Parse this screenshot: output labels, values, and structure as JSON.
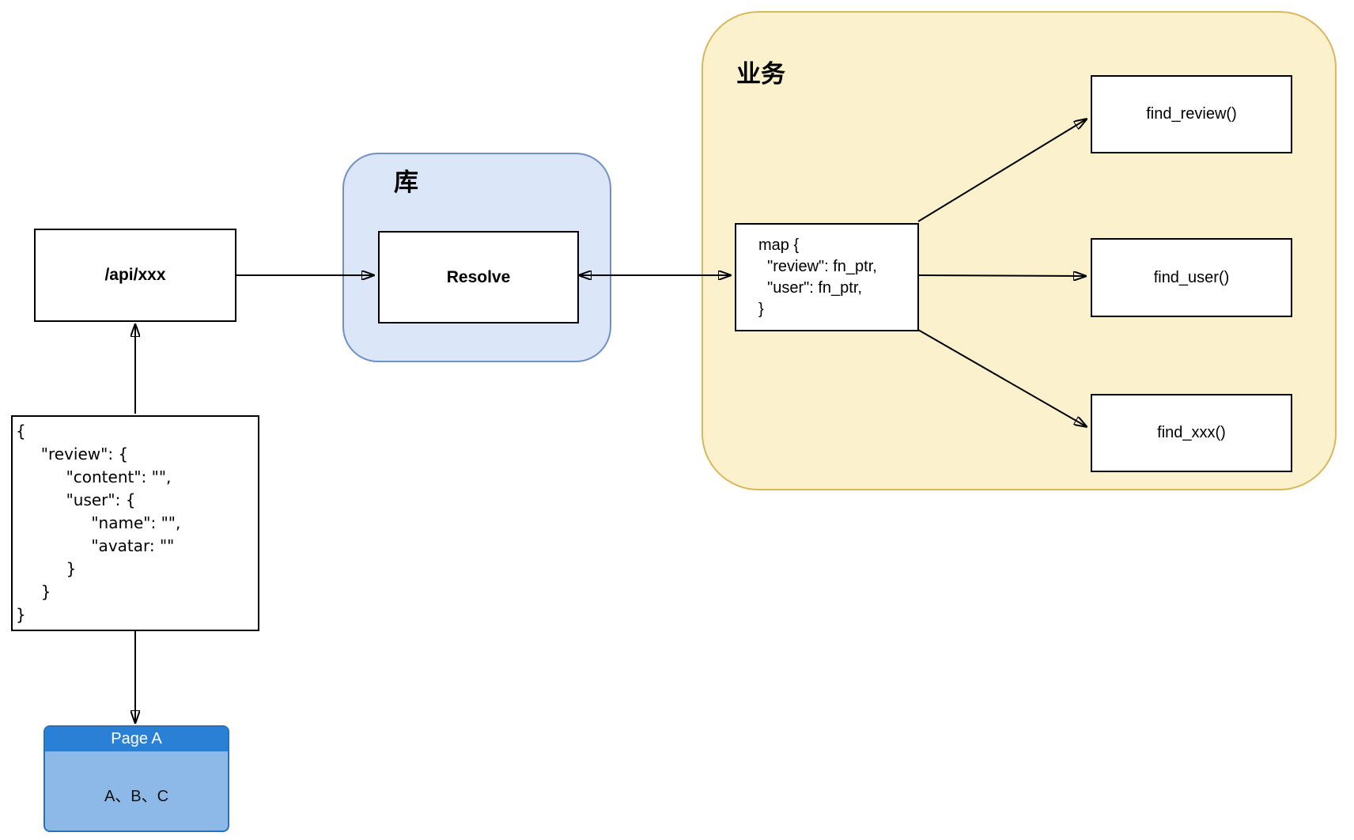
{
  "diagram": {
    "title": "api resolve architecture diagram",
    "containers": {
      "library": {
        "label": "库"
      },
      "business": {
        "label": "业务"
      }
    },
    "nodes": {
      "api": {
        "label": "/api/xxx"
      },
      "resolve": {
        "label": "Resolve"
      },
      "map": {
        "code": "map {\n  \"review\": fn_ptr,\n  \"user\": fn_ptr,\n}"
      },
      "find_review": {
        "label": "find_review()"
      },
      "find_user": {
        "label": "find_user()"
      },
      "find_xxx": {
        "label": "find_xxx()"
      },
      "json_response": {
        "code": "{\n     \"review\": {\n          \"content\": \"\",\n          \"user\": {\n               \"name\": \"\",\n               \"avatar: \"\"\n          }\n     }\n}"
      },
      "page_a": {
        "title": "Page A",
        "content": "A、B、C"
      }
    },
    "colors": {
      "background": "#ffffff",
      "library_fill": "#dbe7f9",
      "library_border": "#7191c6",
      "business_fill": "#fcf1cd",
      "business_border": "#d9b75c",
      "node_fill": "#ffffff",
      "node_border": "#000000",
      "page_header": "#2a80d4",
      "page_body": "#8cb9e8",
      "page_border": "#2273c2",
      "arrow": "#000000"
    }
  }
}
